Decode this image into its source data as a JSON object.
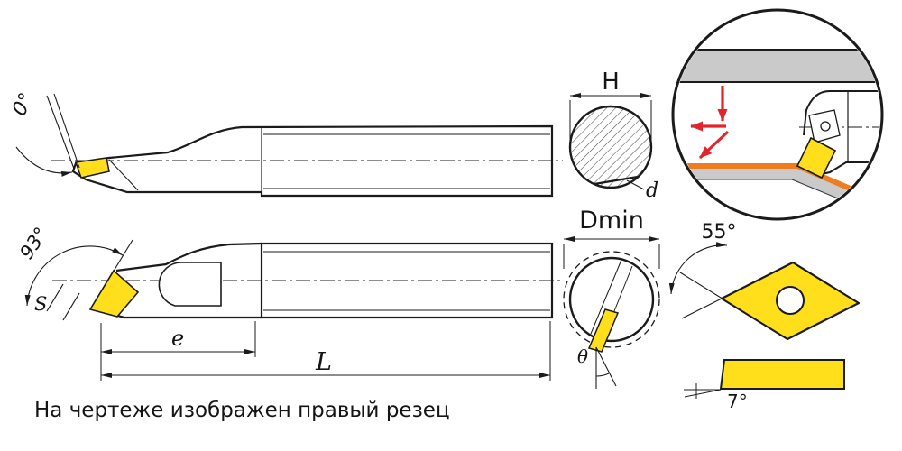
{
  "caption": "На чертеже изображен правый резец",
  "views": {
    "top_view": {
      "rake_angle": "0°"
    },
    "main_view": {
      "lead_angle": "93°",
      "insert_size_label": "S",
      "head_length_label": "e",
      "total_length_label": "L"
    },
    "h_section": {
      "height_label": "H",
      "diameter_label": "d"
    },
    "dmin_section": {
      "min_bore_label": "Dmin",
      "tilt_label": "θ"
    },
    "insert_detail": {
      "point_angle": "55°",
      "clearance_angle": "7°"
    }
  },
  "colors": {
    "insert": "#ffdf1c",
    "machined_surface": "#ee7d22",
    "feed_arrows": "#e0252c",
    "workpiece": "#c9cac9",
    "outline": "#1b1b1b"
  }
}
